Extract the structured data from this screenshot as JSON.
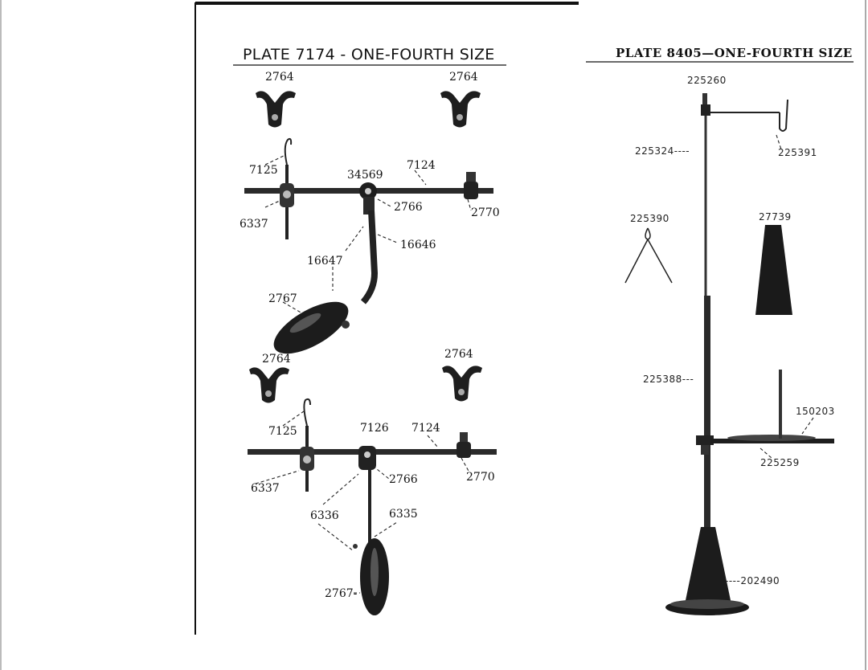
{
  "left_plate": {
    "title": "PLATE 7174 - ONE-FOURTH SIZE",
    "labels": {
      "c2764_tl": "2764",
      "c2764_tr": "2764",
      "c7125_a": "7125",
      "c34569": "34569",
      "c7124_a": "7124",
      "c6337_a": "6337",
      "c2766_a": "2766",
      "c2770_a": "2770",
      "c16646": "16646",
      "c16647": "16647",
      "c2767_a": "2767",
      "c2764_bl": "2764",
      "c2764_br": "2764",
      "c7125_b": "7125",
      "c7126": "7126",
      "c7124_b": "7124",
      "c6337_b": "6337",
      "c2766_b": "2766",
      "c2770_b": "2770",
      "c6336": "6336",
      "c6335": "6335",
      "c2767_b": "2767-"
    }
  },
  "right_plate": {
    "title": "PLATE 8405—ONE-FOURTH SIZE",
    "labels": {
      "c225260": "225260",
      "c225324": "225324----",
      "c225391": "225391",
      "c225390": "225390",
      "c27739": "27739",
      "c225388": "225388---",
      "c150203": "150203",
      "c225259": "225259",
      "c202490": "----202490"
    }
  },
  "colors": {
    "ink": "#111111",
    "paper": "#ffffff",
    "metal": "#2a2a2a"
  }
}
